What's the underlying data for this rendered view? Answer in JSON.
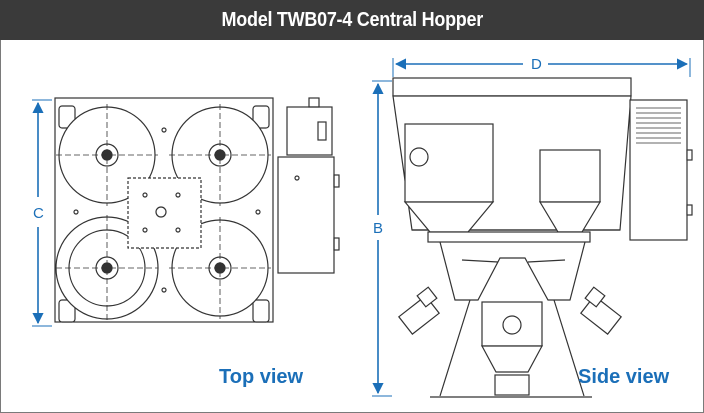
{
  "header": {
    "title": "Model TWB07-4 Central Hopper"
  },
  "views": {
    "top_label": "Top view",
    "side_label": "Side view"
  },
  "dimensions": {
    "c": "C",
    "b": "B",
    "d": "D"
  },
  "colors": {
    "header_bg": "#3a3a3a",
    "accent": "#1b6fb8",
    "line": "#333333"
  }
}
